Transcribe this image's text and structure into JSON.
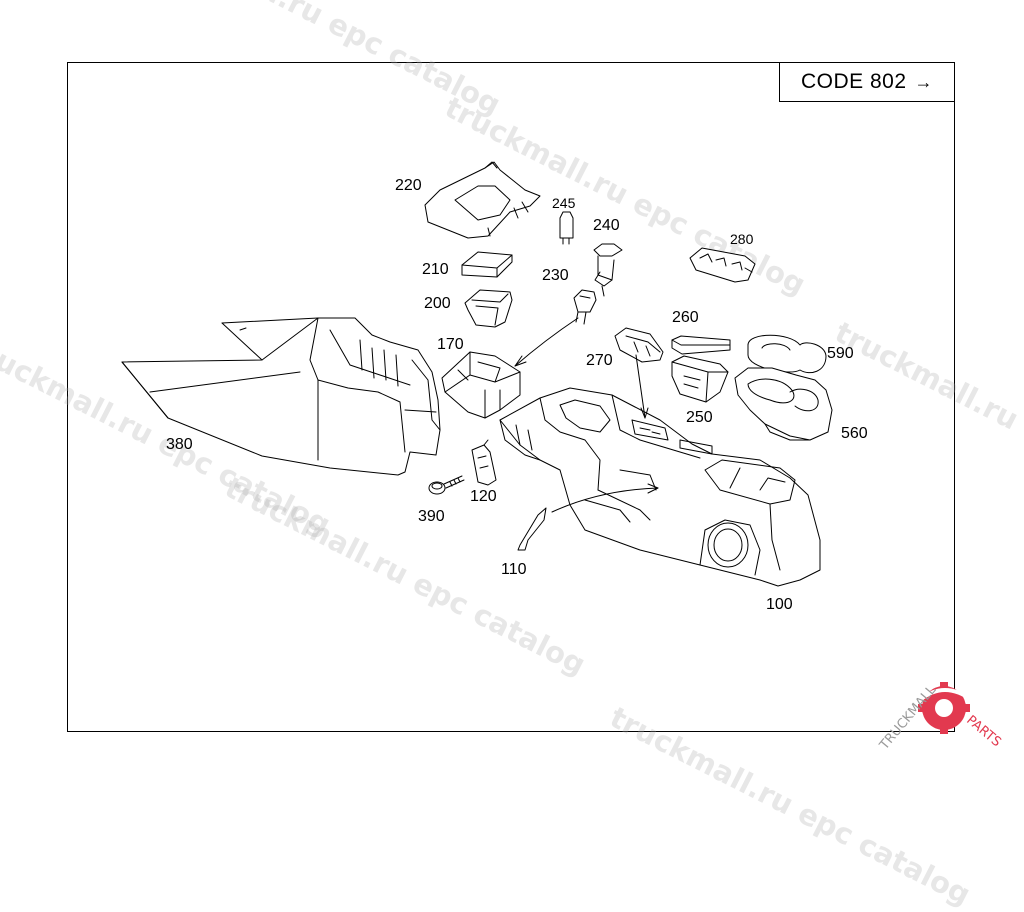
{
  "header": {
    "code_label": "CODE 802",
    "code_arrow": "→"
  },
  "callouts": {
    "c100": "100",
    "c110": "110",
    "c120": "120",
    "c170": "170",
    "c200": "200",
    "c210": "210",
    "c220": "220",
    "c230": "230",
    "c240": "240",
    "c245": "245",
    "c250": "250",
    "c260": "260",
    "c270": "270",
    "c280": "280",
    "c380": "380",
    "c390": "390",
    "c560": "560",
    "c590": "590"
  },
  "watermark": {
    "text_1": "truckmall.ru epc catalog",
    "text_2": "truckmall.ru epc catalog",
    "text_3": "truckmall.ru epc catalog",
    "text_4": "truckmall.ru epc catalog",
    "text_5": "truckmall.ru epc catalog",
    "text_6": "truckmall.ru epc catalog",
    "text_7": "truckmall.ru epc catalog"
  },
  "logo": {
    "text_a": "TRUCKMALL",
    "text_b": "PARTS",
    "color_a": "#9a9a9a",
    "color_b": "#e2394f"
  }
}
